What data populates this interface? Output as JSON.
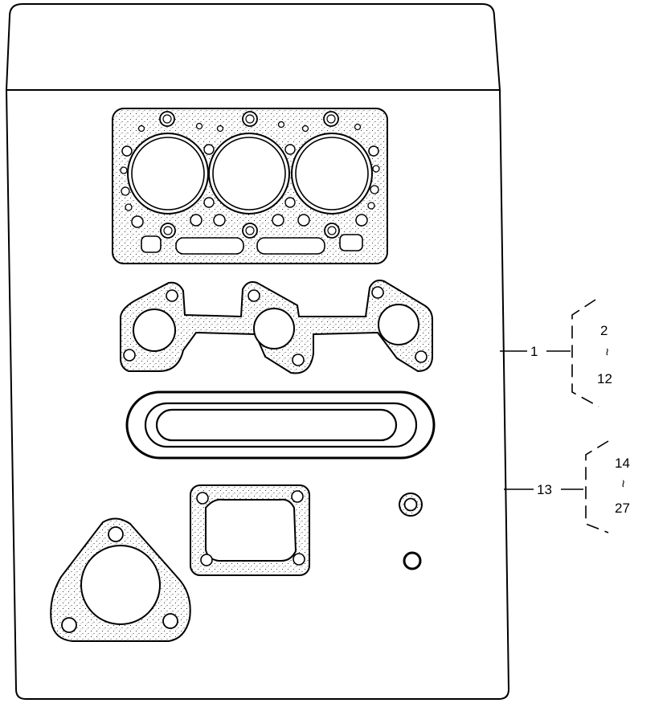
{
  "callouts": {
    "kit_a": {
      "number": "1",
      "range_start": "2",
      "range_tilde": "~",
      "range_end": "12"
    },
    "kit_b": {
      "number": "13",
      "range_start": "14",
      "range_tilde": "~",
      "range_end": "27"
    }
  },
  "colors": {
    "ink": "#000000",
    "paper": "#ffffff"
  },
  "parts": [
    "cylinder-head-gasket",
    "intake-manifold-gasket",
    "rocker-cover-gasket",
    "flange-gasket",
    "exhaust-flange-gasket",
    "washer-small",
    "o-ring-small"
  ]
}
